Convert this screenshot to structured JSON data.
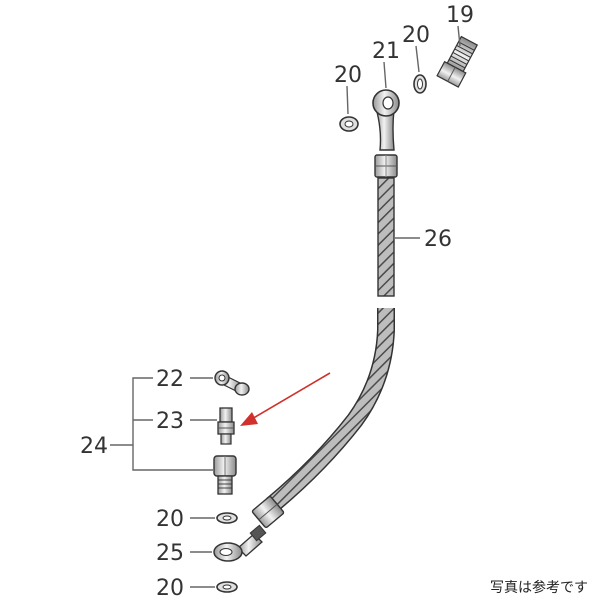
{
  "callouts": {
    "c19": "19",
    "c20_top_right": "20",
    "c21": "21",
    "c20_top_left": "20",
    "c26": "26",
    "c22": "22",
    "c23": "23",
    "c24": "24",
    "c20_mid": "20",
    "c25": "25",
    "c20_bottom": "20"
  },
  "note": "写真は参考です",
  "colors": {
    "arrow": "#d0312d",
    "metal_light": "#e6e6e6",
    "metal_dark": "#3a3a3a",
    "hose_braid": "#6a6a6a"
  }
}
